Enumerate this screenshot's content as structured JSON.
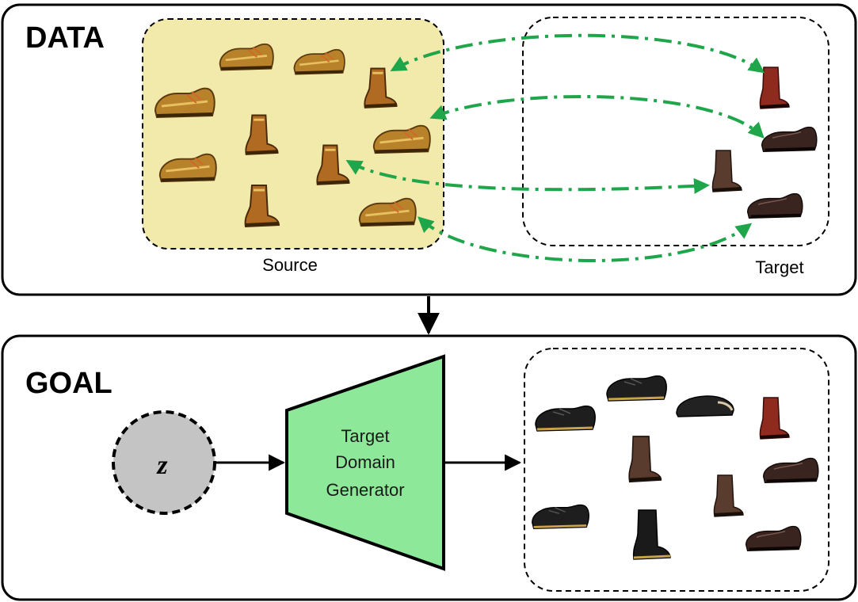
{
  "data_panel": {
    "title": "DATA",
    "source_label": "Source",
    "target_label": "Target"
  },
  "goal_panel": {
    "title": "GOAL",
    "latent_label": "z",
    "generator_lines": [
      "Target",
      "Domain",
      "Generator"
    ]
  },
  "colors": {
    "source_fill": "#f2eaab",
    "generator_fill": "#8ee89a",
    "latent_fill": "#c4c4c4",
    "correspondence_arrow": "#1fa64a",
    "outline": "#000000"
  },
  "icons": {
    "source_shoes": "stylized-shoe-icon",
    "target_shoes": "shoe-photo-icon"
  }
}
